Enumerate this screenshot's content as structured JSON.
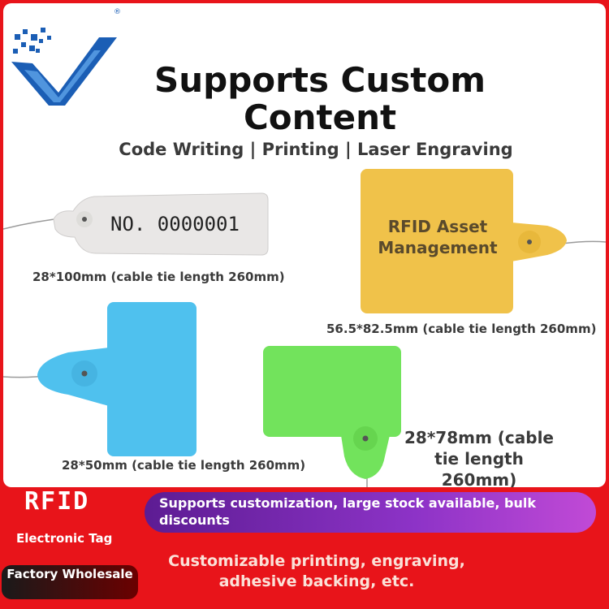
{
  "header": {
    "registered_mark": "®",
    "title": "Supports Custom Content",
    "subtitle": "Code Writing | Printing | Laser Engraving"
  },
  "tags": {
    "white": {
      "printed_code": "NO. 0000001",
      "caption": "28*100mm (cable tie length 260mm)",
      "color": "#e9e7e6"
    },
    "yellow": {
      "printed_text": "RFID Asset Management",
      "caption": "56.5*82.5mm (cable tie length 260mm)",
      "color": "#f0c24a"
    },
    "blue": {
      "caption": "28*50mm (cable tie length 260mm)",
      "color": "#4fc1ee"
    },
    "green": {
      "caption": "28*78mm (cable tie length 260mm)",
      "color": "#72e35c"
    }
  },
  "footer": {
    "rfid": "RFID",
    "electronic_tag": "Electronic Tag",
    "factory_wholesale": "Factory Wholesale",
    "banner": "Supports customization, large stock available, bulk discounts",
    "features": "Customizable printing, engraving, adhesive backing, etc."
  },
  "colors": {
    "background": "#e8141a",
    "panel": "#ffffff",
    "banner_start": "#5d1c93",
    "banner_end": "#c14ad6",
    "logo": "#1b5eb5"
  }
}
